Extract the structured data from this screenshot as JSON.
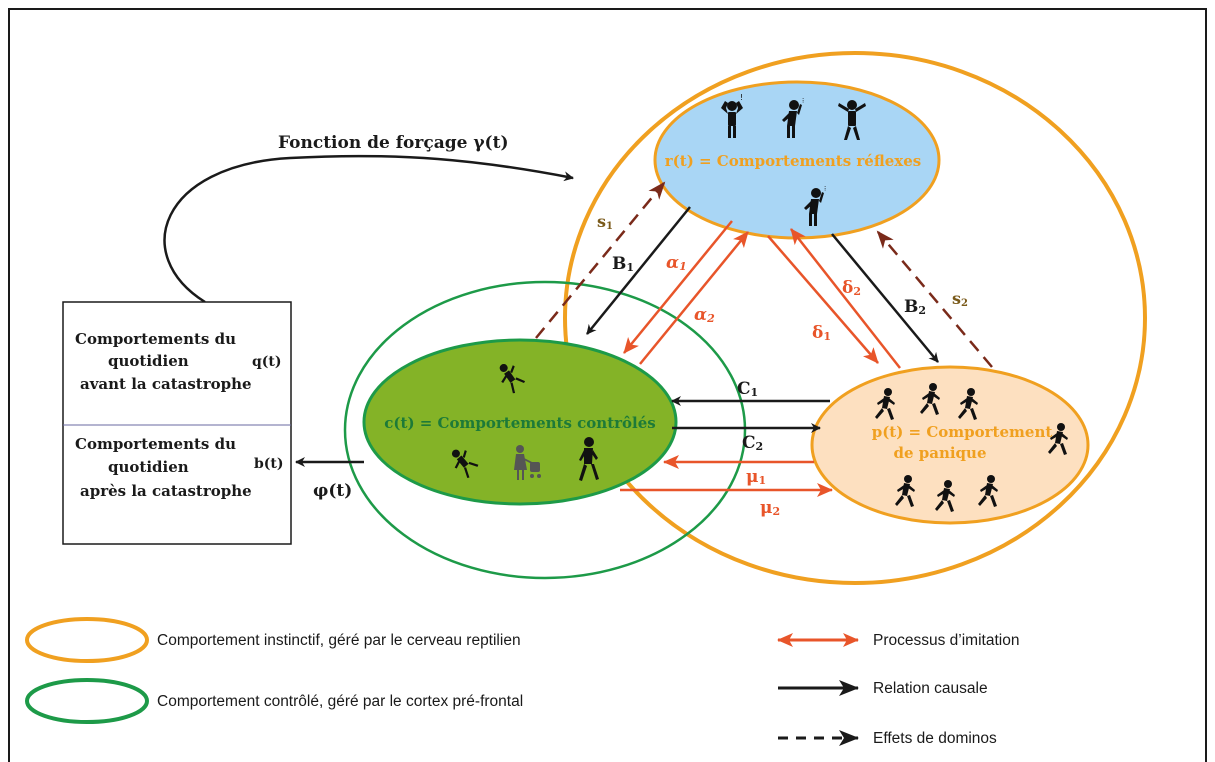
{
  "colors": {
    "instinct_orange": "#f0a020",
    "controlled_green": "#1d9a48",
    "reflex_fill": "#a9d6f5",
    "controlled_fill": "#84b327",
    "panic_fill": "#fde0c0",
    "imitation_red": "#e8552a",
    "causal_black": "#1a1a1a",
    "domino_brown": "#7a2a1a"
  },
  "nodes": {
    "reflex": "r(t) = Comportements réflexes",
    "controlled": "c(t) = Comportements contrôlés",
    "panic_line1": "p(t) = Comportement",
    "panic_line2": "de panique"
  },
  "forcing": "Fonction de forçage γ(t)",
  "box": {
    "top_line1": "Comportements du",
    "top_line2": "quotidien",
    "top_line3": "avant la catastrophe",
    "top_var": "q(t)",
    "bottom_line1": "Comportements du",
    "bottom_line2": "quotidien",
    "bottom_line3": "après la catastrophe",
    "bottom_var": "b(t)"
  },
  "edges": {
    "phi": "φ(t)",
    "s1": "s",
    "s1_sub": "1",
    "s2": "s",
    "s2_sub": "2",
    "b1": "B",
    "b1_sub": "1",
    "b2": "B",
    "b2_sub": "2",
    "alpha1": "α",
    "alpha1_sub": "1",
    "alpha2": "α",
    "alpha2_sub": "2",
    "delta1": "δ",
    "delta1_sub": "1",
    "delta2": "δ",
    "delta2_sub": "2",
    "c1": "C",
    "c1_sub": "1",
    "c2": "C",
    "c2_sub": "2",
    "mu1": "μ",
    "mu1_sub": "1",
    "mu2": "μ",
    "mu2_sub": "2"
  },
  "legend": {
    "instinct": "Comportement instinctif, géré par le cerveau reptilien",
    "controlled": "Comportement contrôlé, géré par le cortex pré-frontal",
    "imitation": "Processus d’imitation",
    "causal": "Relation causale",
    "domino": "Effets de dominos"
  },
  "icons": {
    "reflex_people": [
      "hands-on-head-person-icon",
      "confused-person-icon",
      "arms-out-person-icon",
      "confused-person-icon"
    ],
    "controlled_people": [
      "falling-person-icon",
      "falling-person-icon",
      "stroller-person-icon",
      "walking-person-icon"
    ],
    "panic_people": [
      "running-person-icon",
      "running-person-icon",
      "running-person-icon",
      "running-person-icon",
      "running-person-icon",
      "running-person-icon",
      "running-person-icon"
    ]
  }
}
